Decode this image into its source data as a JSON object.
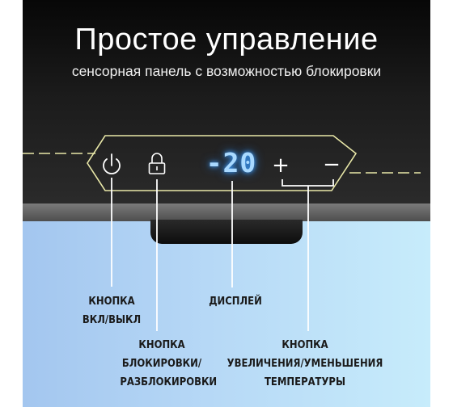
{
  "header": {
    "title": "Простое управление",
    "subtitle": "сенсорная панель с возможностью блокировки"
  },
  "panel": {
    "display_value": "-20",
    "plus_symbol": "+",
    "minus_symbol": "−",
    "icons": [
      "power-icon",
      "lock-icon"
    ],
    "accent_color": "#e9e8a8",
    "display_color": "#a9d9ff",
    "callout_color": "#ffffff"
  },
  "labels": {
    "power": [
      "КНОПКА",
      "ВКЛ/ВЫКЛ"
    ],
    "lock": [
      "КНОПКА",
      "БЛОКИРОВКИ/",
      "РАЗБЛОКИРОВКИ"
    ],
    "display": [
      "ДИСПЛЕЙ"
    ],
    "temperature": [
      "КНОПКА",
      "УВЕЛИЧЕНИЯ/УМЕНЬШЕНИЯ",
      "ТЕМПЕРАТУРЫ"
    ]
  }
}
